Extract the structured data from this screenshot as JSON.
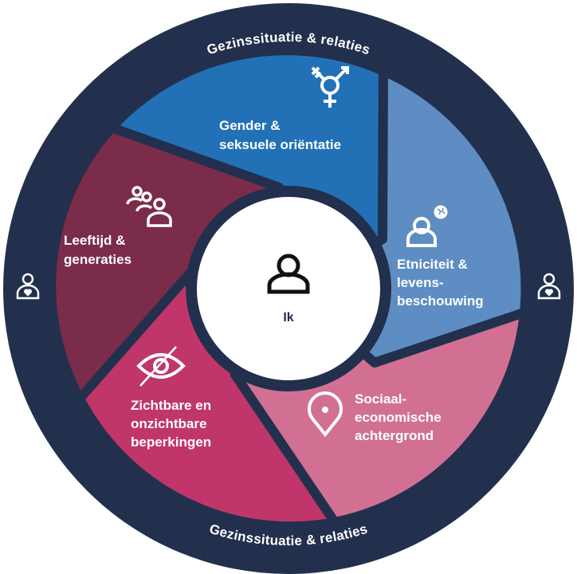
{
  "colors": {
    "ring": "#22304d",
    "gender": "#2271b7",
    "etniciteit": "#5d8dc2",
    "sociaal": "#d27094",
    "zichtbaar": "#c0366a",
    "leeftijd": "#7b2c4a",
    "center": "#ffffff"
  },
  "ring": {
    "top_label": "Gezinssituatie & relaties",
    "bottom_label": "Gezinssituatie  & relaties",
    "left_icon": "person-heart-icon",
    "right_icon": "person-heart-icon"
  },
  "center": {
    "label": "Ik",
    "icon": "person-icon"
  },
  "segments": {
    "gender": {
      "lines": [
        "Gender &",
        "seksuele oriëntatie"
      ],
      "icon": "transgender-symbol-icon"
    },
    "etniciteit": {
      "lines": [
        "Etniciteit &",
        "levens-",
        "beschouwing"
      ],
      "icon": "person-globe-icon"
    },
    "sociaal": {
      "lines": [
        "Sociaal-",
        "economische",
        "achtergrond"
      ],
      "icon": "location-pin-icon"
    },
    "zichtbaar": {
      "lines": [
        "Zichtbare en",
        "onzichtbare",
        "beperkingen"
      ],
      "icon": "eye-slash-icon"
    },
    "leeftijd": {
      "lines": [
        "Leeftijd &",
        "generaties"
      ],
      "icon": "group-people-icon"
    }
  }
}
